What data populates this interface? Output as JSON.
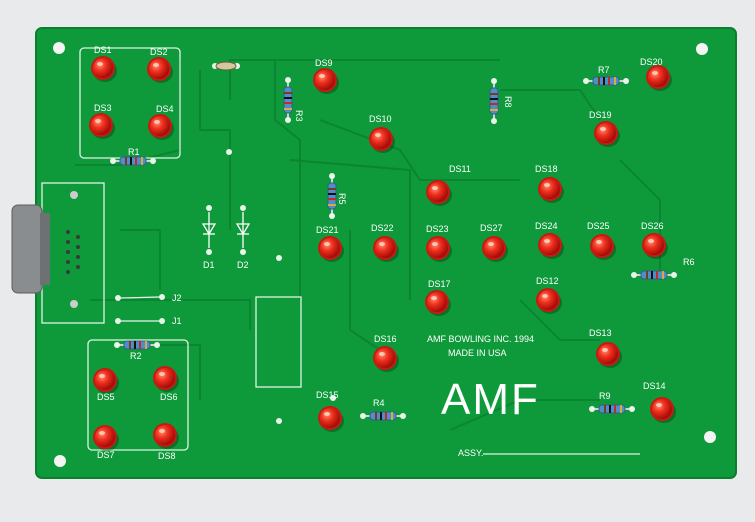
{
  "board": {
    "maker_text": "AMF BOWLING INC. 1994",
    "origin_text": "MADE IN USA",
    "logo_text": "AMF",
    "assy_text": "ASSY."
  },
  "leds": [
    {
      "label": "DS1"
    },
    {
      "label": "DS2"
    },
    {
      "label": "DS3"
    },
    {
      "label": "DS4"
    },
    {
      "label": "DS5"
    },
    {
      "label": "DS6"
    },
    {
      "label": "DS7"
    },
    {
      "label": "DS8"
    },
    {
      "label": "DS9"
    },
    {
      "label": "DS10"
    },
    {
      "label": "DS11"
    },
    {
      "label": "DS12"
    },
    {
      "label": "DS13"
    },
    {
      "label": "DS14"
    },
    {
      "label": "DS15"
    },
    {
      "label": "DS16"
    },
    {
      "label": "DS17"
    },
    {
      "label": "DS18"
    },
    {
      "label": "DS19"
    },
    {
      "label": "DS20"
    },
    {
      "label": "DS21"
    },
    {
      "label": "DS22"
    },
    {
      "label": "DS23"
    },
    {
      "label": "DS24"
    },
    {
      "label": "DS25"
    },
    {
      "label": "DS26"
    },
    {
      "label": "DS27"
    }
  ],
  "resistors": [
    {
      "label": "R1"
    },
    {
      "label": "R2"
    },
    {
      "label": "R3"
    },
    {
      "label": "R4"
    },
    {
      "label": "R5"
    },
    {
      "label": "R6"
    },
    {
      "label": "R7"
    },
    {
      "label": "R8"
    },
    {
      "label": "R9"
    }
  ],
  "diodes": [
    {
      "label": "D1"
    },
    {
      "label": "D2"
    }
  ],
  "jumpers": [
    {
      "label": "J2"
    },
    {
      "label": "J1"
    }
  ],
  "colors": {
    "pcb": "#0e9a3a",
    "silkscreen": "#ffffff",
    "led": "#e8241c",
    "resistor_body": "#d8c79a",
    "background": "#e9eaec"
  }
}
